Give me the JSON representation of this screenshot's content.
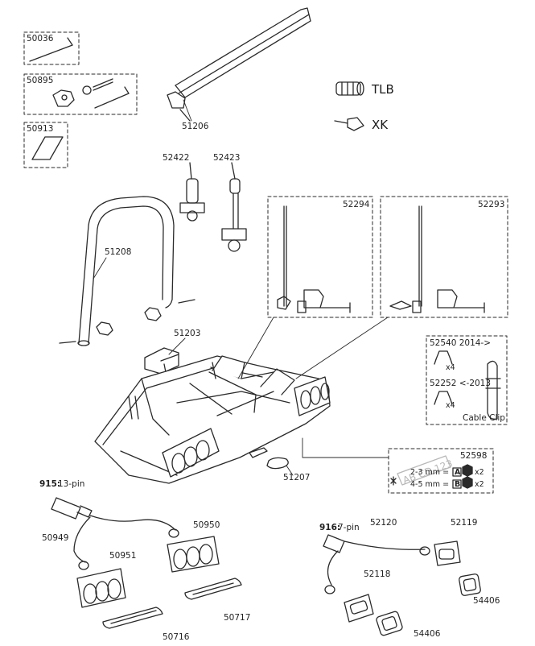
{
  "parts": {
    "p50036": "50036",
    "p50895": "50895",
    "p50913": "50913",
    "p51206": "51206",
    "tlb": "TLB",
    "xk": "XK",
    "p52422": "52422",
    "p52423": "52423",
    "p52294": "52294",
    "p52293": "52293",
    "p51208": "51208",
    "p51203": "51203",
    "p52540": "52540 2014->",
    "p52252": "52252 <-2013",
    "x4a": "x4",
    "x4b": "x4",
    "cable_clip": "Cable Clip",
    "p52598": "52598",
    "mm23": "2-3 mm =",
    "mm45": "4-5 mm =",
    "boxA": "A",
    "boxB": "B",
    "x2a": "x2",
    "x2b": "x2",
    "plate": "AB CD 123",
    "p51207": "51207",
    "num915": "915:",
    "pin13": "13-pin",
    "p50949": "50949",
    "p50950": "50950",
    "p50951": "50951",
    "p50717": "50717",
    "p50716": "50716",
    "num916": "916:",
    "pin7": "7-pin",
    "p52120": "52120",
    "p52119": "52119",
    "p52118": "52118",
    "p54406a": "54406",
    "p54406b": "54406"
  }
}
